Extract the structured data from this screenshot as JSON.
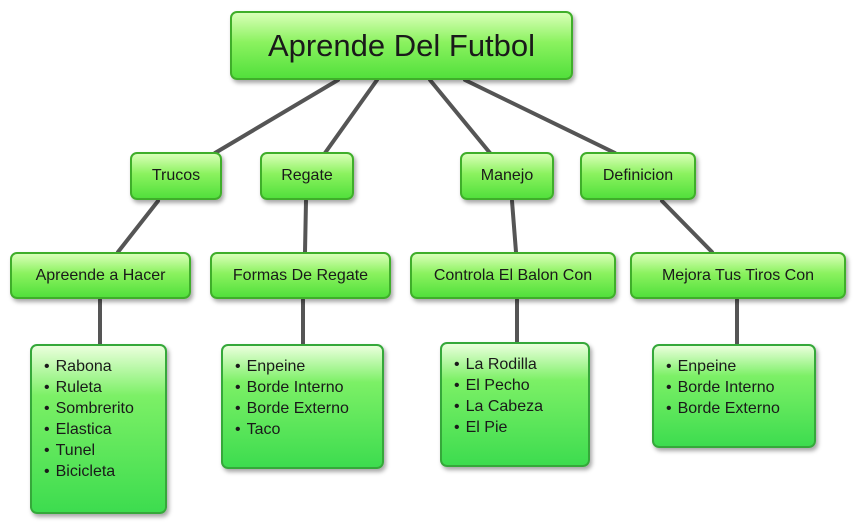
{
  "root": {
    "label": "Aprende Del Futbol"
  },
  "branches": [
    {
      "category": "Trucos",
      "subtopic": "Apreende a Hacer",
      "items": [
        "Rabona",
        "Ruleta",
        "Sombrerito",
        "Elastica",
        "Tunel",
        "Bicicleta"
      ]
    },
    {
      "category": "Regate",
      "subtopic": "Formas De Regate",
      "items": [
        "Enpeine",
        "Borde Interno",
        "Borde Externo",
        "Taco"
      ]
    },
    {
      "category": "Manejo",
      "subtopic": "Controla El Balon Con",
      "items": [
        "La Rodilla",
        "El Pecho",
        "La Cabeza",
        "El Pie"
      ]
    },
    {
      "category": "Definicion",
      "subtopic": "Mejora Tus Tiros Con",
      "items": [
        "Enpeine",
        "Borde Interno",
        "Borde Externo"
      ]
    }
  ],
  "colors": {
    "node_border": "#3fae2a",
    "node_fill_top": "#d9ffb8",
    "node_fill_bottom": "#52e03c",
    "connector": "#555555"
  }
}
